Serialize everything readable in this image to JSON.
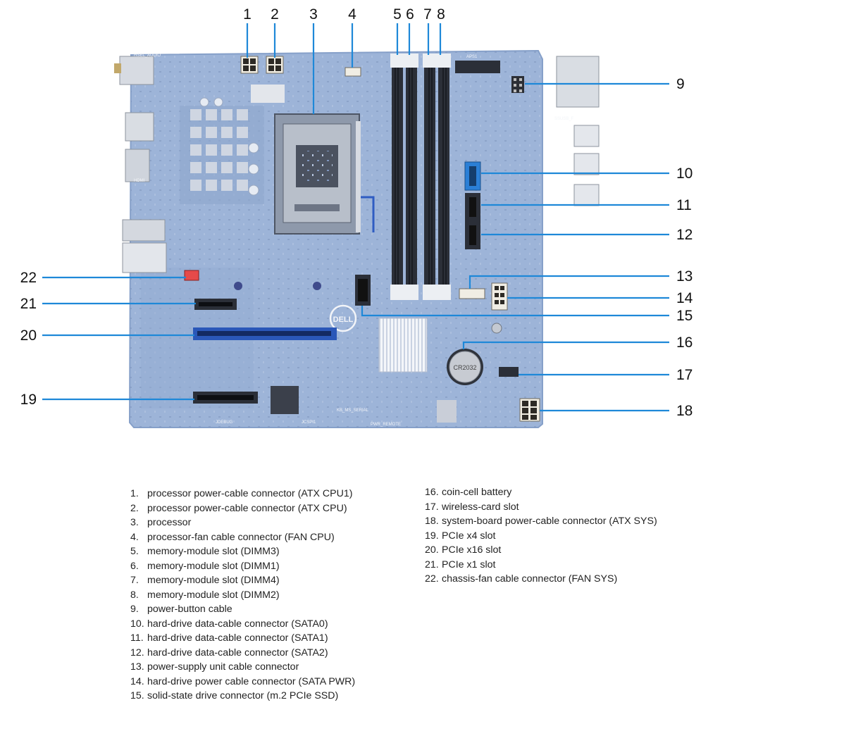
{
  "callouts": [
    "1",
    "2",
    "3",
    "4",
    "5",
    "6",
    "7",
    "8",
    "9",
    "10",
    "11",
    "12",
    "13",
    "14",
    "15",
    "16",
    "17",
    "18",
    "19",
    "20",
    "21",
    "22"
  ],
  "board_silkscreen": {
    "audio": "HSEL_AUDIO",
    "aps1": "APS1",
    "hdmi": "HDMI",
    "ssusb": "SSUSB_F",
    "logo": "DELL",
    "serial": "KB_MS_SERIAL",
    "jdebug": "JDEBUG",
    "jcspi": "JCSPI1",
    "pwr_remote": "PWR_REMOTE",
    "battery": "CR2032"
  },
  "legend_left": [
    {
      "num": "1.",
      "text": "processor power-cable connector (ATX CPU1)"
    },
    {
      "num": "2.",
      "text": "processor power-cable connector (ATX CPU)"
    },
    {
      "num": "3.",
      "text": "processor"
    },
    {
      "num": "4.",
      "text": "processor-fan cable connector (FAN CPU)"
    },
    {
      "num": "5.",
      "text": "memory-module slot (DIMM3)"
    },
    {
      "num": "6.",
      "text": "memory-module slot (DIMM1)"
    },
    {
      "num": "7.",
      "text": "memory-module slot (DIMM4)"
    },
    {
      "num": "8.",
      "text": "memory-module slot (DIMM2)"
    },
    {
      "num": "9.",
      "text": "power-button cable"
    },
    {
      "num": "10.",
      "text": "hard-drive data-cable connector (SATA0)"
    },
    {
      "num": "11.",
      "text": "hard-drive data-cable connector (SATA1)"
    },
    {
      "num": "12.",
      "text": "hard-drive data-cable connector (SATA2)"
    },
    {
      "num": "13.",
      "text": "power-supply unit cable connector"
    },
    {
      "num": "14.",
      "text": "hard-drive power cable connector (SATA PWR)"
    },
    {
      "num": "15.",
      "text": "solid-state drive connector (m.2 PCIe SSD)"
    }
  ],
  "legend_right": [
    {
      "num": "16.",
      "text": "coin-cell battery"
    },
    {
      "num": "17.",
      "text": "wireless-card slot"
    },
    {
      "num": "18.",
      "text": "system-board power-cable connector (ATX SYS)"
    },
    {
      "num": "19.",
      "text": "PCIe x4 slot"
    },
    {
      "num": "20.",
      "text": "PCIe x16 slot"
    },
    {
      "num": "21.",
      "text": "PCIe x1 slot"
    },
    {
      "num": "22.",
      "text": "chassis-fan cable connector (FAN SYS)"
    }
  ],
  "colors": {
    "board": "#9db4d8",
    "board_edge": "#86a0c9",
    "leader": "#1e88d8",
    "pcie_x16": "#2a57b8",
    "dimm": "#2b2f38",
    "sata": "#2b7fd6",
    "fan_sys": "#e64a4a"
  }
}
